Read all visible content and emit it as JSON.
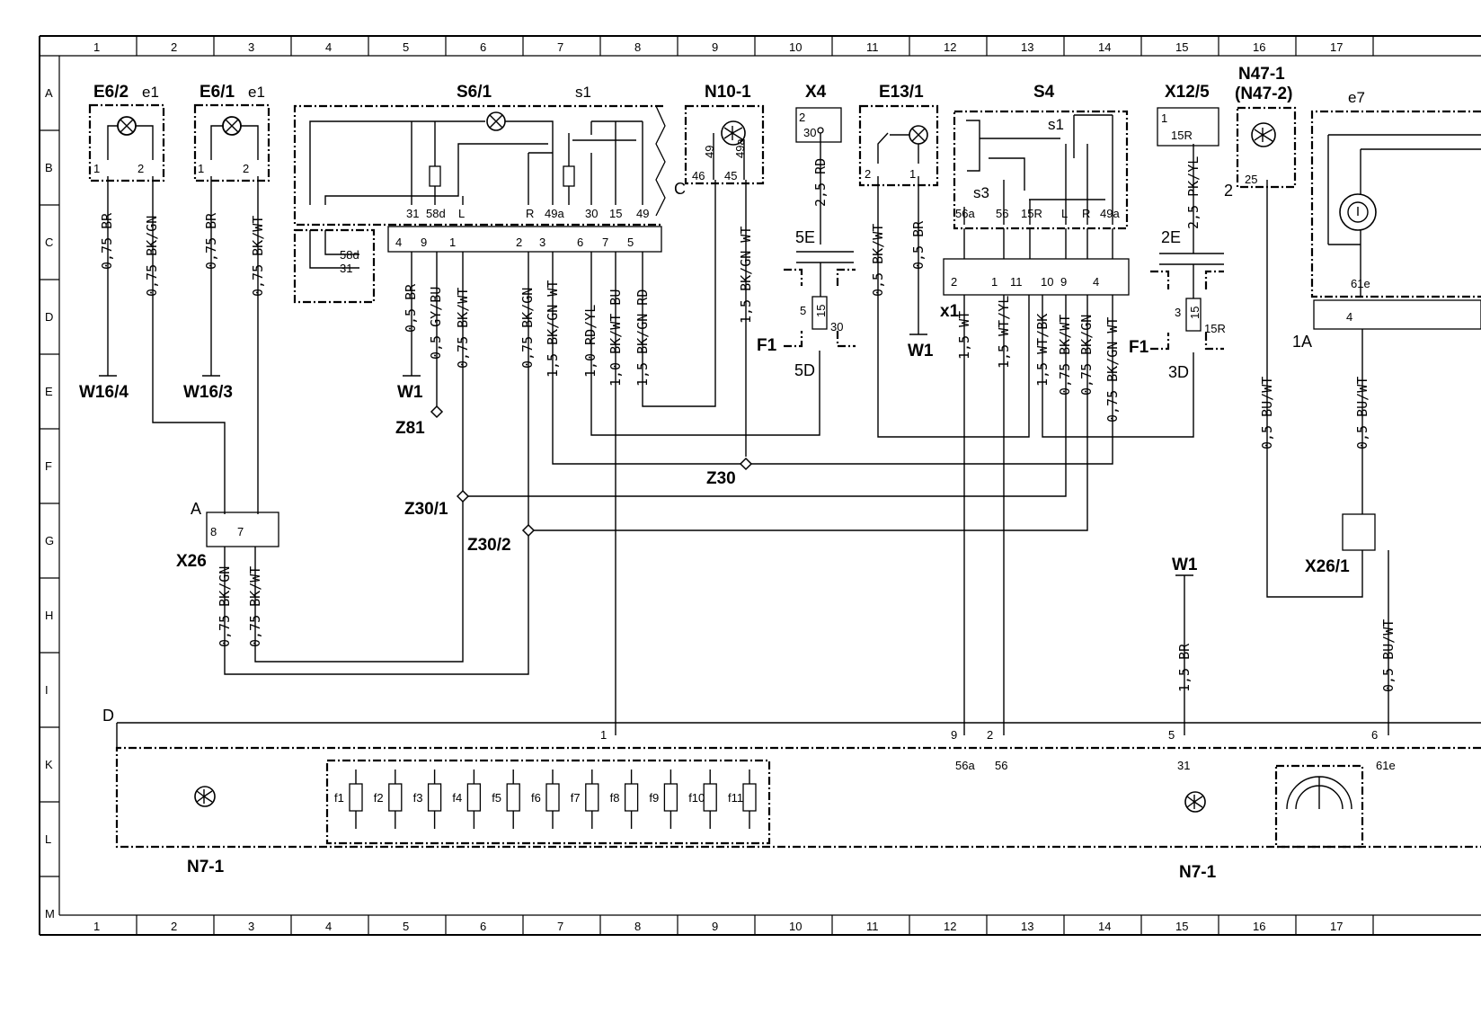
{
  "columns": [
    "1",
    "2",
    "3",
    "4",
    "5",
    "6",
    "7",
    "8",
    "9",
    "10",
    "11",
    "12",
    "13",
    "14",
    "15",
    "16",
    "17"
  ],
  "rows": [
    "A",
    "B",
    "C",
    "D",
    "E",
    "F",
    "G",
    "H",
    "I",
    "K",
    "L",
    "M"
  ],
  "components": {
    "e6_2": "E6/2",
    "e6_2_tag": "e1",
    "e6_1": "E6/1",
    "e6_1_tag": "e1",
    "s6_1": "S6/1",
    "s6_1_tag": "s1",
    "n10_1": "N10-1",
    "x4": "X4",
    "e13_1": "E13/1",
    "s4": "S4",
    "s4_tag": "s1",
    "s4_s3": "s3",
    "x12_5": "X12/5",
    "n47_1": "N47-1",
    "n47_2": "(N47-2)",
    "e7": "e7",
    "x26": "X26",
    "x26_1": "X26/1",
    "n7_1": "N7-1",
    "f1": "F1",
    "x1": "x1"
  },
  "grounds": [
    "W16/4",
    "W16/3",
    "W1",
    "W1",
    "W1"
  ],
  "splices": [
    "Z81",
    "Z30",
    "Z30/1",
    "Z30/2"
  ],
  "connection_letters": {
    "a": "A",
    "c": "C",
    "d": "D",
    "e5": "5E",
    "d5": "5D",
    "e2": "2E",
    "d3": "3D",
    "a1": "1A",
    "n2": "2"
  },
  "wires": {
    "w1": "0,75 BR",
    "w2": "0,75 BK/GN",
    "w3": "0,75 BR",
    "w4": "0,75 BK/WT",
    "w5": "0,5 BR",
    "w6": "0,5 GY/BU",
    "w7": "0,75 BK/WT",
    "w8": "0,75 BK/GN",
    "w9": "1,5 BK/GN WT",
    "w10": "1,0 RD/YL",
    "w11": "1,0 BK/WT BU",
    "w12": "1,5 BK/GN RD",
    "w13": "1,5 BK/GN WT",
    "w14": "2,5 RD",
    "w15": "0,5 BK/WT",
    "w16": "0,5 BR",
    "w17": "1,5 WT",
    "w18": "1,5 WT/YL",
    "w19": "1,5 WT/BK",
    "w20": "0,75 BK/WT",
    "w21": "0,75 BK/GN",
    "w22": "0,75 BK/GN WT",
    "w23": "2,5 PK/YL",
    "w24": "0,5 BU/WT",
    "w25": "0,5 BU/WT",
    "w26": "0,5 BU/WT",
    "w27": "0,75 BK/GN",
    "w28": "0,75 BK/WT",
    "w29": "1,5 BR"
  },
  "fuses": [
    "f1",
    "f2",
    "f3",
    "f4",
    "f5",
    "f6",
    "f7",
    "f8",
    "f9",
    "f10",
    "f11"
  ],
  "pins": {
    "s6_top": [
      "31",
      "58d",
      "L",
      "R",
      "49a",
      "30",
      "15",
      "49"
    ],
    "s6_bot": [
      "4",
      "9",
      "1",
      "2",
      "3",
      "6",
      "7",
      "5"
    ],
    "s6_aux": [
      "58d",
      "31"
    ],
    "n10_top": [
      "49",
      "49a"
    ],
    "n10_bot": [
      "46",
      "45"
    ],
    "x4_a": "2",
    "x4_b": "30",
    "e13": [
      "2",
      "1"
    ],
    "e6_2": [
      "1",
      "2"
    ],
    "e6_1": [
      "1",
      "2"
    ],
    "s4_top": [
      "56a",
      "56",
      "15R",
      "L",
      "R",
      "49a"
    ],
    "x1": [
      "2",
      "1",
      "11",
      "10",
      "9",
      "4"
    ],
    "x12": [
      "1",
      "15R"
    ],
    "n47": "25",
    "f1a": [
      "5",
      "15",
      "30"
    ],
    "f1b": [
      "3",
      "15",
      "15R"
    ],
    "x26": [
      "8",
      "7"
    ],
    "e7": "61e",
    "e7_b": "4",
    "n7_conn": [
      "1",
      "9",
      "2",
      "5",
      "6"
    ],
    "n7_sub": [
      "56a",
      "56",
      "31",
      "61e"
    ]
  }
}
